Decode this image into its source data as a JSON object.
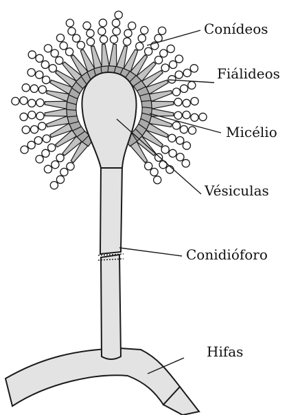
{
  "diagram": {
    "labels": {
      "conidia": "Conídeos",
      "phialides": "Fiálideos",
      "mycelium": "Micélio",
      "vesicle": "Vésiculas",
      "conidiophore": "Conidióforo",
      "hyphae": "Hifas"
    },
    "colors": {
      "fill": "#e3e3e3",
      "phialide_fill": "#c2c2c2",
      "metula_fill": "#a9a9a9",
      "outline": "#1a1a1a",
      "conidia_fill": "#ffffff"
    }
  }
}
